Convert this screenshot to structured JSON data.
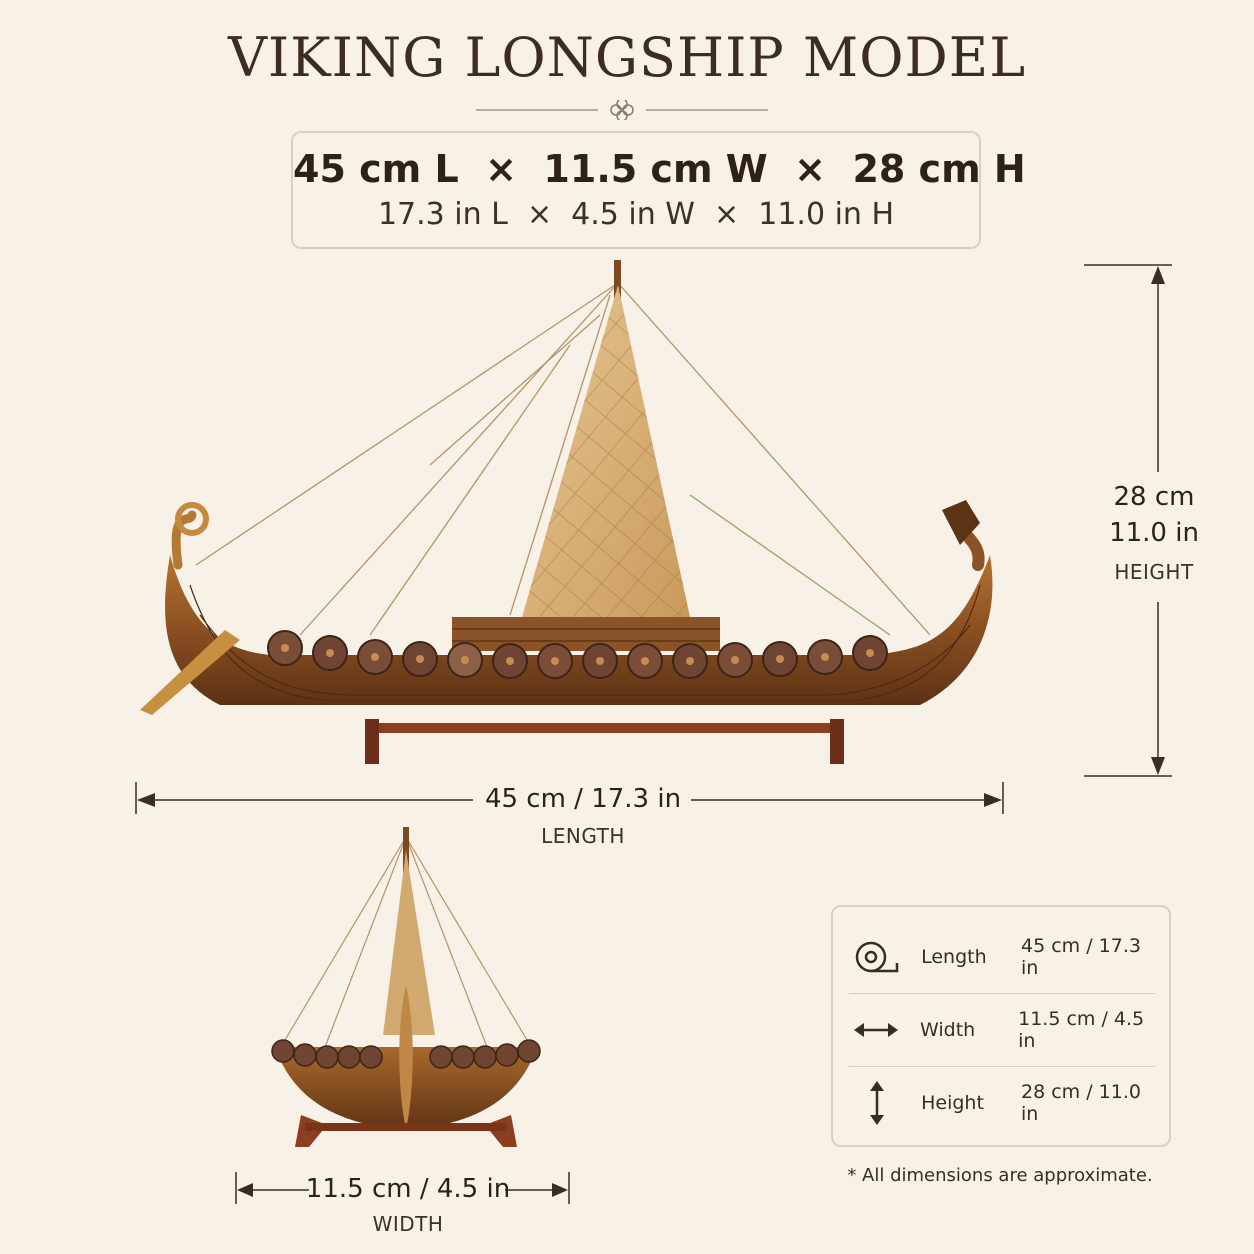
{
  "title": "VIKING LONGSHIP MODEL",
  "dimensions": {
    "metric": "45 cm L  ×  11.5 cm W  ×  28 cm H",
    "imperial": "17.3 in L  ×  4.5 in W  ×  11.0 in H"
  },
  "height_label": {
    "cm": "28 cm",
    "in": "11.0 in",
    "caption": "HEIGHT"
  },
  "length_label": {
    "value": "45 cm / 17.3 in",
    "caption": "LENGTH"
  },
  "width_label": {
    "value": "11.5 cm / 4.5 in",
    "caption": "WIDTH"
  },
  "specs": [
    {
      "icon": "tape-measure-icon",
      "name": "Length",
      "value": "45 cm / 17.3 in"
    },
    {
      "icon": "horizontal-arrows-icon",
      "name": "Width",
      "value": "11.5 cm / 4.5 in"
    },
    {
      "icon": "vertical-arrows-icon",
      "name": "Height",
      "value": "28 cm / 11.0 in"
    }
  ],
  "footnote": "* All dimensions are approximate.",
  "colors": {
    "background": "#f8f1e7",
    "wood": "#8a4f22",
    "sail": "#d9b47e",
    "text": "#3a2c22",
    "border": "#ddcfbd"
  }
}
